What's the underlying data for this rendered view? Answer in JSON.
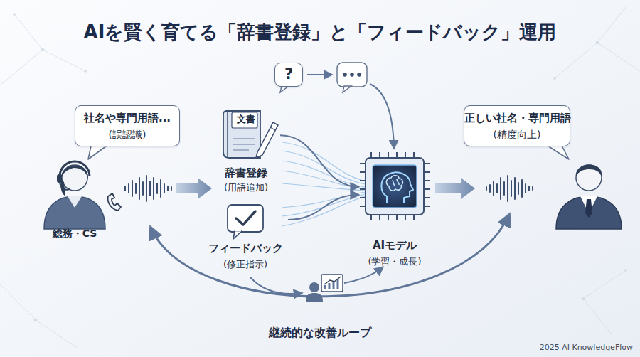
{
  "diagram": {
    "title": "AIを賢く育てる「辞書登録」と「フィードバック」運用",
    "nodes": [
      {
        "text": [
          "社名や専門用語...",
          "(誤認識)"
        ]
      },
      {
        "text": [
          "総務・CS"
        ]
      },
      {
        "text": [
          "?"
        ]
      },
      {
        "text": [
          "文書",
          "辞書登録",
          "(用語追加)"
        ]
      },
      {
        "text": [
          "フィードバック",
          "(修正指示)"
        ]
      },
      {
        "text": [
          "AIモデル",
          "(学習・成長)"
        ]
      },
      {
        "text": [
          "正しい社名・専門用語",
          "(精度向上)"
        ]
      }
    ],
    "edges": [
      {
        "from": 3,
        "to": 5,
        "arrow": "to"
      },
      {
        "from": 4,
        "to": 5,
        "arrow": "to"
      }
    ],
    "labels": [
      "継続的な改善ループ",
      "2025 AI KnowledgeFlow"
    ]
  }
}
